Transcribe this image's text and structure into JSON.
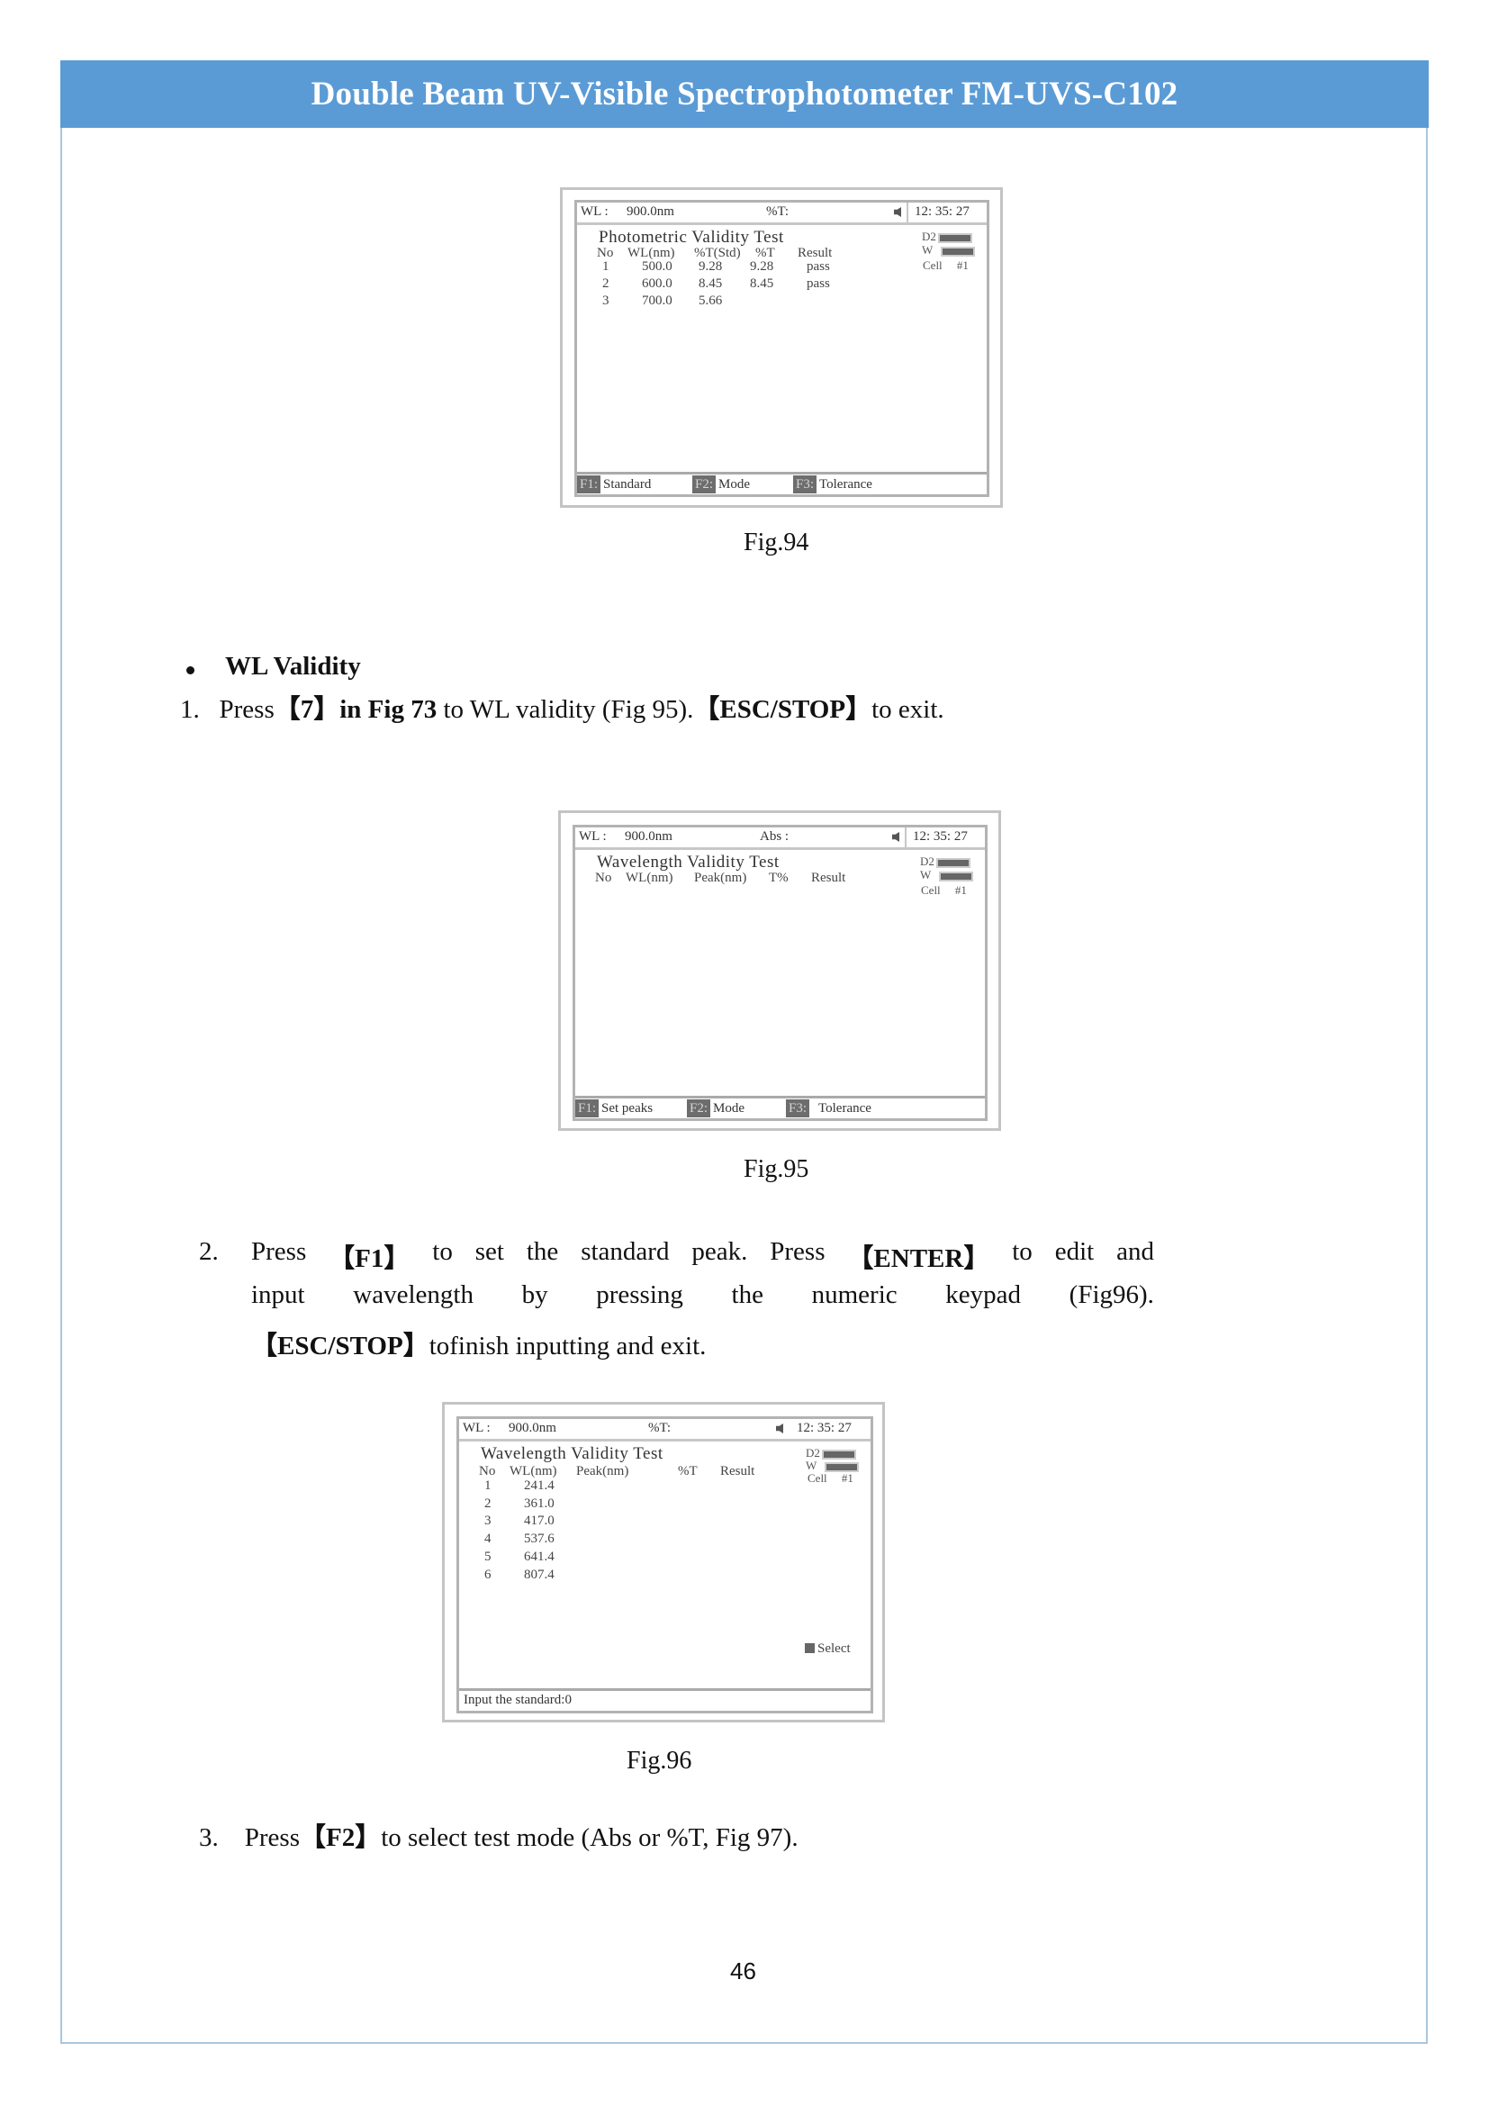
{
  "header": {
    "title": "Double Beam UV-Visible Spectrophotometer FM-UVS-C102"
  },
  "colors": {
    "header_band": "#5b9bd5",
    "header_text": "#ffffff",
    "page_frame": "#a9c7de"
  },
  "fig94": {
    "caption": "Fig.94",
    "status": {
      "wl_label": "WL :",
      "wl_value": "900.0nm",
      "mode": "%T:",
      "time": "12: 35: 27"
    },
    "title": "Photometric  Validity  Test",
    "columns": [
      "No",
      "WL(nm)",
      "%T(Std)",
      "%T",
      "Result"
    ],
    "rows": [
      {
        "no": "1",
        "wl": "500.0",
        "std": "9.28",
        "t": "9.28",
        "result": "pass"
      },
      {
        "no": "2",
        "wl": "600.0",
        "std": "8.45",
        "t": "8.45",
        "result": "pass"
      },
      {
        "no": "3",
        "wl": "700.0",
        "std": "5.66",
        "t": "",
        "result": ""
      }
    ],
    "lamps": {
      "d2": "D2",
      "w": "W",
      "cell_label": "Cell",
      "cell_value": "#1"
    },
    "fkeys": [
      {
        "key": "F1:",
        "label": "Standard"
      },
      {
        "key": "F2:",
        "label": "Mode"
      },
      {
        "key": "F3:",
        "label": "Tolerance"
      }
    ]
  },
  "section": {
    "bullet_title": "WL Validity",
    "step1": {
      "num": "1.",
      "pre": "Press",
      "key": "【7】",
      "bold": "in Fig 73",
      "mid": " to WL validity (Fig 95).",
      "key2": "【ESC/STOP】",
      "post": "to exit."
    }
  },
  "fig95": {
    "caption": "Fig.95",
    "status": {
      "wl_label": "WL :",
      "wl_value": "900.0nm",
      "mode": "Abs :",
      "time": "12: 35: 27"
    },
    "title": "Wavelength  Validity  Test",
    "columns": [
      "No",
      "WL(nm)",
      "Peak(nm)",
      "T%",
      "Result"
    ],
    "lamps": {
      "d2": "D2",
      "w": "W",
      "cell_label": "Cell",
      "cell_value": "#1"
    },
    "fkeys": [
      {
        "key": "F1:",
        "label": "Set peaks"
      },
      {
        "key": "F2:",
        "label": "Mode"
      },
      {
        "key": "F3:",
        "label": "Tolerance"
      }
    ]
  },
  "step2": {
    "num": "2.",
    "line1": [
      "Press",
      "【F1】",
      "to",
      "set",
      "the",
      "standard",
      "peak.",
      "Press",
      "【ENTER】",
      "to",
      "edit",
      "and"
    ],
    "line2": [
      "input",
      "wavelength",
      "by",
      "pressing",
      "the",
      "numeric",
      "keypad",
      "(Fig96)."
    ],
    "line3_key": "【ESC/STOP】",
    "line3_text": "tofinish inputting and exit."
  },
  "fig96": {
    "caption": "Fig.96",
    "status": {
      "wl_label": "WL :",
      "wl_value": "900.0nm",
      "mode": "%T:",
      "time": "12: 35: 27"
    },
    "title": "Wavelength  Validity  Test",
    "columns": [
      "No",
      "WL(nm)",
      "Peak(nm)",
      "%T",
      "Result"
    ],
    "rows": [
      {
        "no": "1",
        "wl": "241.4"
      },
      {
        "no": "2",
        "wl": "361.0"
      },
      {
        "no": "3",
        "wl": "417.0"
      },
      {
        "no": "4",
        "wl": "537.6"
      },
      {
        "no": "5",
        "wl": "641.4"
      },
      {
        "no": "6",
        "wl": "807.4"
      }
    ],
    "lamps": {
      "d2": "D2",
      "w": "W",
      "cell_label": "Cell",
      "cell_value": "#1"
    },
    "select_hint": "Select",
    "prompt": "Input the standard:0"
  },
  "step3": {
    "num": "3.",
    "pre": "Press",
    "key": "【F2】",
    "post": "to select test mode (Abs or %T, Fig 97)."
  },
  "footer": {
    "page_number": "46"
  }
}
